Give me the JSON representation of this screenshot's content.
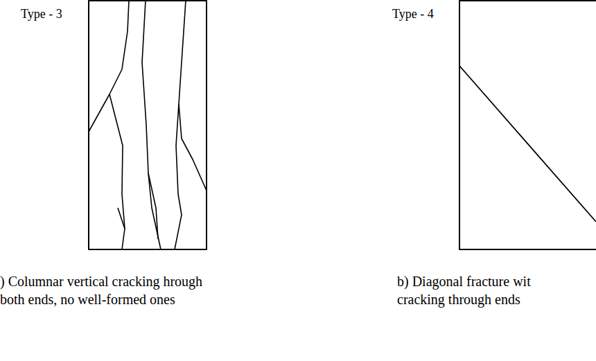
{
  "diagram": {
    "labels": [
      "Type - 3",
      "Type - 4",
      ") Columnar vertical cracking hrough both ends, no well-formed ones",
      "b) Diagonal fracture wit cracking through ends"
    ]
  }
}
